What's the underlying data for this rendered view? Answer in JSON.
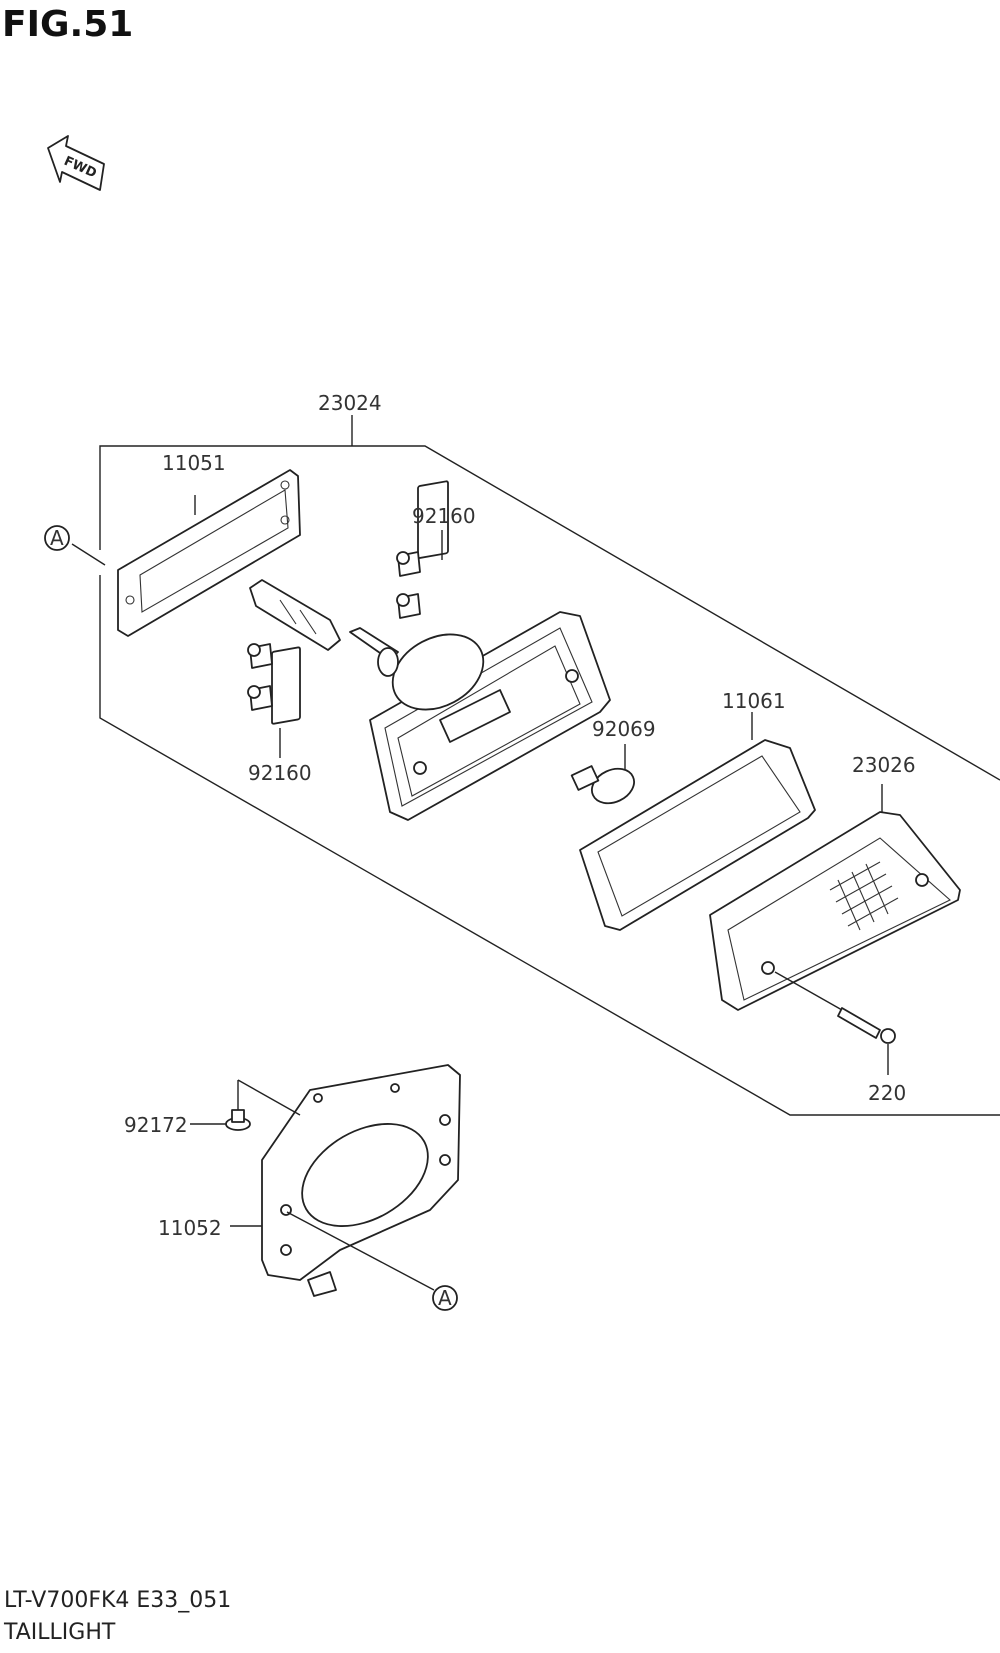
{
  "figure": {
    "title": "FIG.51",
    "fwd_label": "FWD",
    "model_code": "LT-V700FK4 E33_051",
    "section_name": "TAILLIGHT"
  },
  "parts": [
    {
      "number": "23024"
    },
    {
      "number": "11051"
    },
    {
      "number": "92160"
    },
    {
      "number": "92160"
    },
    {
      "number": "11061"
    },
    {
      "number": "92069"
    },
    {
      "number": "23026"
    },
    {
      "number": "220"
    },
    {
      "number": "92172"
    },
    {
      "number": "11052"
    }
  ],
  "reference_markers": [
    "A",
    "A"
  ]
}
